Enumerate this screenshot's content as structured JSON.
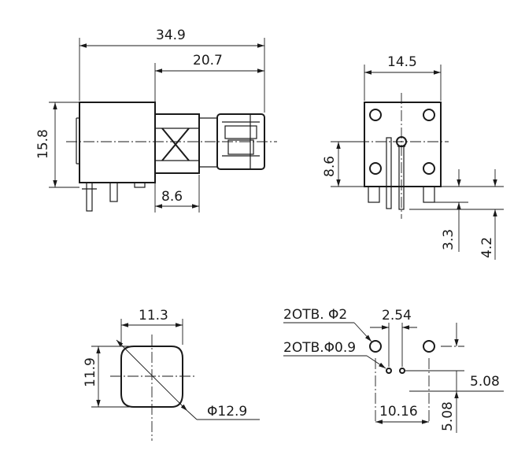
{
  "side_view": {
    "overall_length": "34.9",
    "plug_length": "20.7",
    "body_height": "15.8",
    "nut_length": "8.6"
  },
  "front_view": {
    "width": "14.5",
    "center_height": "8.6",
    "pin_length_a": "3.3",
    "pin_length_b": "4.2"
  },
  "profile_view": {
    "width": "11.3",
    "height": "11.9",
    "diagonal": "Φ12.9"
  },
  "pcb_layout": {
    "hole_large": "2OTB. Φ2",
    "hole_small": "2OTB.Φ0.9",
    "pitch_a": "2.54",
    "pitch_b": "5.08",
    "spacing_x": "10.16",
    "spacing_y": "5.08"
  }
}
